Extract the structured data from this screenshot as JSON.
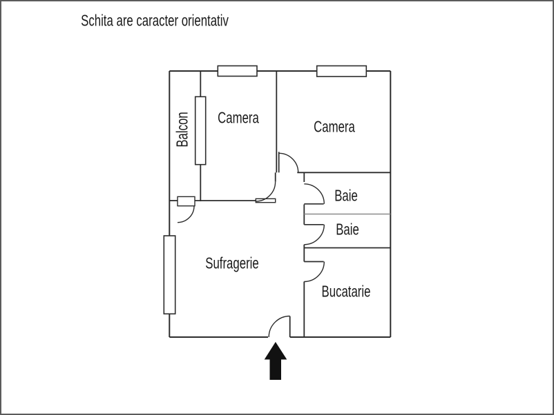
{
  "title": "Schita are caracter orientativ",
  "floorplan": {
    "rooms": [
      {
        "name": "balcon",
        "label": "Balcon"
      },
      {
        "name": "camera-1",
        "label": "Camera"
      },
      {
        "name": "camera-2",
        "label": "Camera"
      },
      {
        "name": "baie-1",
        "label": "Baie"
      },
      {
        "name": "baie-2",
        "label": "Baie"
      },
      {
        "name": "sufragerie",
        "label": "Sufragerie"
      },
      {
        "name": "bucatarie",
        "label": "Bucatarie"
      }
    ],
    "symbols": {
      "entrance_arrow_icon": "arrow-up",
      "window_symbol": "double-line-window",
      "door_symbol": "quarter-arc-swing"
    },
    "colors": {
      "walls": "#2b2b2b",
      "text": "#1a1a1a",
      "background": "#ffffff",
      "canvas_border": "#5b5b5b",
      "light_divider": "#8a8a8a",
      "arrow": "#111111"
    }
  }
}
